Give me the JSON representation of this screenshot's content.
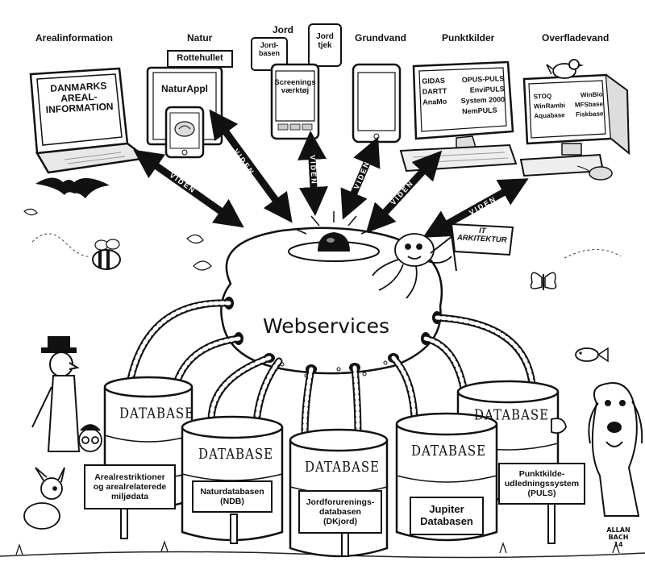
{
  "categories": {
    "arealinformation": "Arealinformation",
    "natur": "Natur",
    "jord": "Jord",
    "grundvand": "Grundvand",
    "punktkilder": "Punktkilder",
    "overfladevand": "Overfladevand"
  },
  "devices": {
    "laptop_text": "DANMARKS\nAREAL-\nINFORMATION",
    "rottehullet": "Rottehullet",
    "naturappl": "NaturAppl",
    "jordbasen": "Jord-\nbasen",
    "jordtjek": "Jord\ntjek",
    "screening": "Screenings\nværktøj",
    "punktkilder_apps": [
      "GIDAS",
      "OPUS-PULS",
      "DARTT",
      "EnviPULS",
      "AnaMo",
      "System 2000",
      "NemPULS"
    ],
    "overfladevand_apps": [
      "STOQ",
      "WinBio",
      "WinRambi",
      "MFSbase",
      "Aquabase",
      "Fiskbase"
    ]
  },
  "arrow_label": "VIDEN",
  "hub_label": "Webservices",
  "it_sign": "IT\nARKITEKTUR",
  "database_word": "DATABASE",
  "db_signs": {
    "areal": "Arealrestriktioner\nog arealrelaterede\nmiljødata",
    "natur": "Naturdatabasen\n(NDB)",
    "jord": "Jordforurenings-\ndatabasen\n(DKjord)",
    "jupiter": "Jupiter\nDatabasen",
    "puls": "Punktkilde-\nudledningssystem\n(PULS)"
  },
  "signature": "ALLAN\nBACH\n14"
}
